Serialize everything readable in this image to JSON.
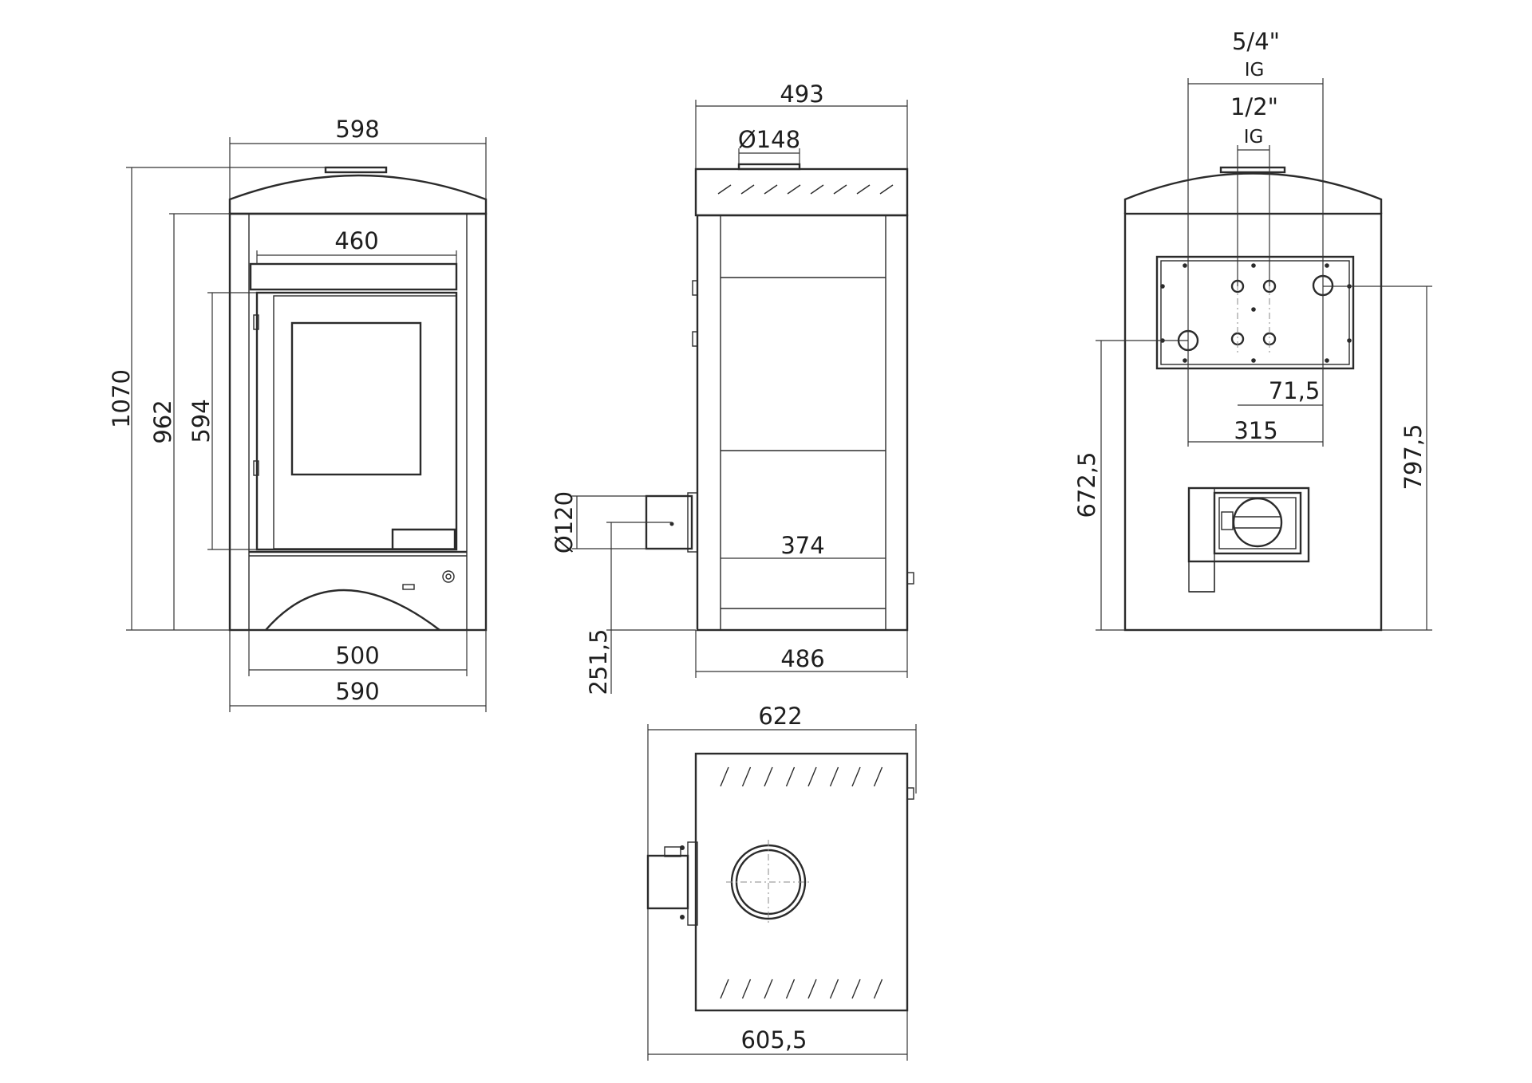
{
  "views": {
    "front": {
      "width_top": "598",
      "width_bottom": "590",
      "base_width": "500",
      "door_width": "460",
      "height_total": "1070",
      "height_body": "962",
      "door_height": "594"
    },
    "side": {
      "depth_top": "493",
      "flue_diameter": "Ø148",
      "panel_width": "374",
      "depth_bottom": "486",
      "pipe_diameter": "Ø120",
      "pipe_height": "251,5"
    },
    "rear": {
      "conn_large": "5/4\"",
      "conn_large_thread": "IG",
      "conn_small": "1/2\"",
      "conn_small_thread": "IG",
      "spacing_small": "71,5",
      "spacing_large": "315",
      "height_left": "672,5",
      "height_right": "797,5"
    },
    "top": {
      "depth": "622",
      "width": "605,5"
    }
  }
}
